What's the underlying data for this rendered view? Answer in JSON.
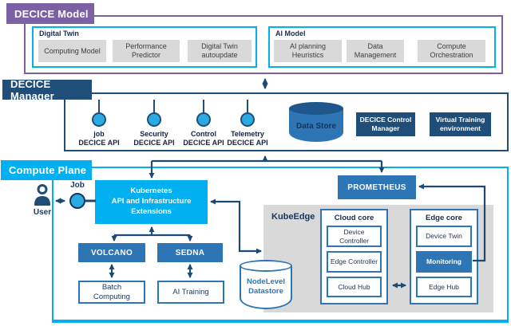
{
  "colors": {
    "purple": "#7b61a3",
    "navy": "#1f4e79",
    "cyan": "#00b0f0",
    "mid_blue": "#2e75b6",
    "circle_cyan": "#29abe2",
    "gray": "#d9d9d9"
  },
  "model": {
    "label": "DECICE Model",
    "digital_twin": {
      "title": "Digital Twin",
      "items": [
        "Computing Model",
        "Performance Predictor",
        "Digital Twin autoupdate"
      ]
    },
    "ai_model": {
      "title": "AI Model",
      "items": [
        "AI planning Heuristics",
        "Data Management",
        "Compute Orchestration"
      ]
    }
  },
  "manager": {
    "label": "DECICE Manager",
    "apis": [
      {
        "name": "job",
        "api": "DECICE API"
      },
      {
        "name": "Security",
        "api": "DECICE API"
      },
      {
        "name": "Control",
        "api": "DECICE API"
      },
      {
        "name": "Telemetry",
        "api": "DECICE API"
      }
    ],
    "data_store": "Data Store",
    "control_manager": "DECICE Control Manager",
    "virtual_training": "Virtual Training environment"
  },
  "compute": {
    "label": "Compute Plane",
    "user": "User",
    "job": "Job",
    "kubernetes": [
      "Kubernetes",
      "API and Infrastructure",
      "Extensions"
    ],
    "prometheus": "PROMETHEUS",
    "volcano": "VOLCANO",
    "sedna": "SEDNA",
    "batch": "Batch Computing",
    "ai_training": "AI Training",
    "nodelevel": [
      "NodeLevel",
      "Datastore"
    ],
    "kubeedge": "KubeEdge",
    "cloud_core": {
      "title": "Cloud core",
      "items": [
        "Device Controller",
        "Edge Controller",
        "Cloud Hub"
      ]
    },
    "edge_core": {
      "title": "Edge core",
      "items": [
        "Device Twin",
        "Monitoring",
        "Edge Hub"
      ]
    }
  }
}
